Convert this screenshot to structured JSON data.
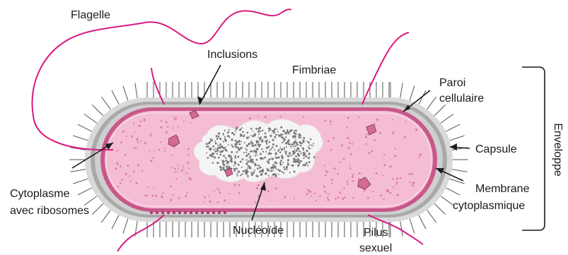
{
  "labels": {
    "flagelle": "Flagelle",
    "inclusions": "Inclusions",
    "fimbriae": "Fimbriae",
    "paroi_1": "Paroi",
    "paroi_2": "cellulaire",
    "capsule": "Capsule",
    "membrane_1": "Membrane",
    "membrane_2": "cytoplasmique",
    "cytoplasme_1": "Cytoplasme",
    "cytoplasme_2": "avec ribosomes",
    "nucleoide": "Nucléoïde",
    "pilus_1": "Pilus",
    "pilus_2": "sexuel",
    "enveloppe": "Enveloppe"
  },
  "colors": {
    "flagellum": "#d81b7f",
    "cytoplasm": "#f4bdd3",
    "membrane": "#c8578a",
    "wall": "#b2b2b2",
    "capsule": "#d9d9d9",
    "nucleoid_fill": "#f4f4f4",
    "ribosome": "#e07aa2",
    "dna": "#7a7a7a",
    "fimbriae": "#555555"
  }
}
